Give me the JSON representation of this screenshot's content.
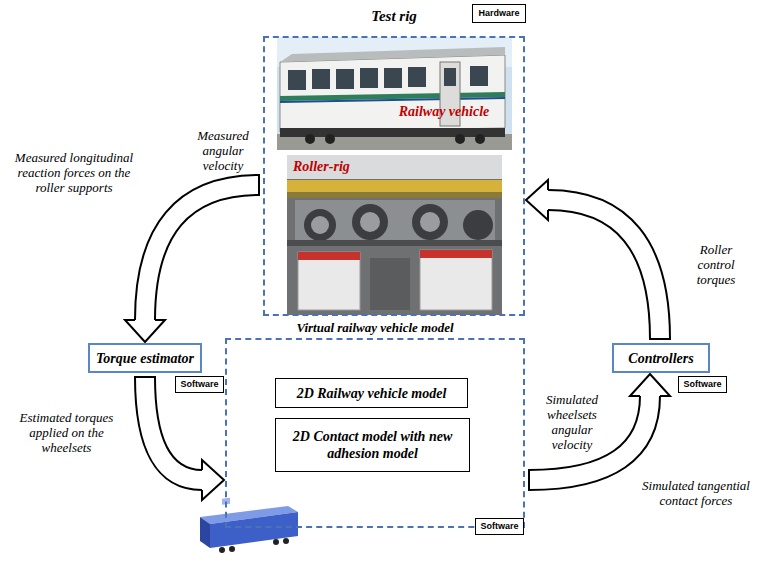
{
  "diagram": {
    "nodes": [
      {
        "text": [
          "Test rig"
        ]
      },
      {
        "text": [
          "Hardware"
        ],
        "in": 0
      },
      {
        "text": [
          "Torque estimator"
        ]
      },
      {
        "text": [
          "Software"
        ]
      },
      {
        "text": [
          "Virtual railway vehicle model"
        ]
      },
      {
        "text": [
          "2D Railway vehicle model"
        ],
        "in": 4
      },
      {
        "text": [
          "2D Contact model with new adhesion model"
        ],
        "in": 4
      },
      {
        "text": [
          "Software"
        ],
        "in": 4
      },
      {
        "text": [
          "Controllers"
        ]
      },
      {
        "text": [
          "Software"
        ]
      }
    ],
    "edges": [
      {
        "from": 0,
        "to": 2,
        "arrow": "to",
        "label": "Measured longitudinal reaction forces on the roller supports"
      },
      {
        "from": 2,
        "to": 4,
        "arrow": "to",
        "label": "Estimated torques applied on the wheelsets"
      },
      {
        "from": 4,
        "to": 8,
        "arrow": "to",
        "label": "Simulated wheelsets angular velocity"
      },
      {
        "from": 8,
        "to": 0,
        "arrow": "to",
        "label": "Roller control torques"
      }
    ],
    "labels": [
      "Railway vehicle",
      "Roller-rig",
      "Measured angular velocity",
      "Simulated tangential contact forces"
    ]
  }
}
